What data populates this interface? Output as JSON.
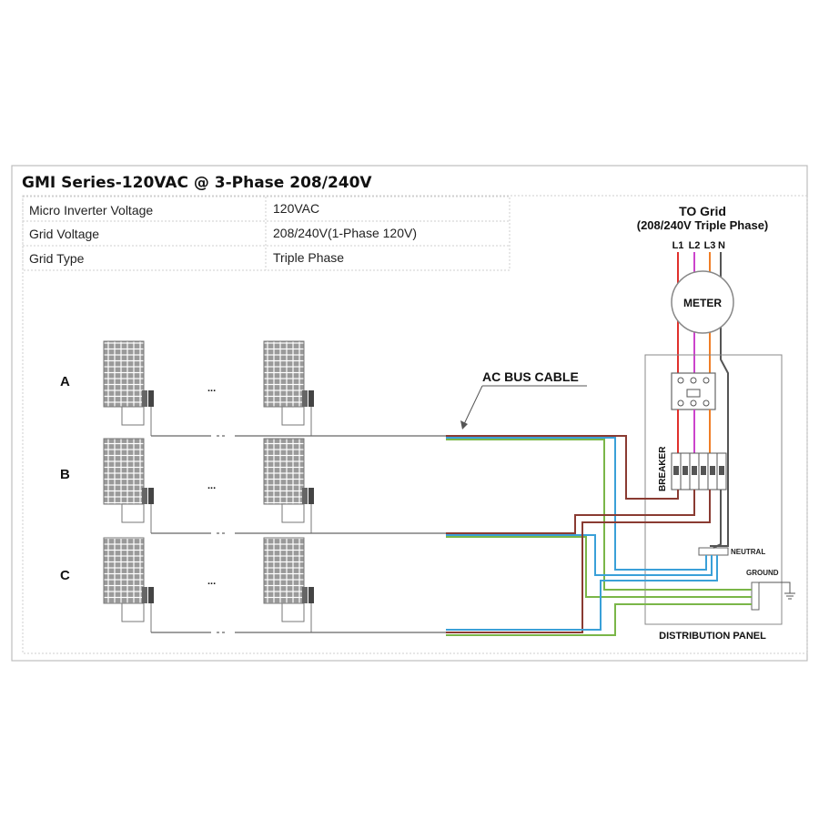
{
  "title": "GMI Series-120VAC @ 3-Phase 208/240V",
  "specs": [
    {
      "label": "Micro Inverter Voltage",
      "value": "120VAC"
    },
    {
      "label": "Grid  Voltage",
      "value": "208/240V(1-Phase 120V)"
    },
    {
      "label": "Grid Type",
      "value": "Triple Phase"
    }
  ],
  "grid": {
    "title": "TO Grid",
    "subtitle": "(208/240V Triple Phase)",
    "terminals": [
      "L1",
      "L2",
      "L3",
      "N"
    ]
  },
  "meter_label": "METER",
  "breaker_label": "BREAKER",
  "neutral_label": "NEUTRAL",
  "ground_label": "GROUND",
  "panel_label": "DISTRIBUTION PANEL",
  "ac_bus_label": "AC BUS CABLE",
  "ellipsis": "...",
  "rows": [
    "A",
    "B",
    "C"
  ],
  "colors": {
    "L1": "#e0302c",
    "L2": "#cc44cc",
    "L3": "#f07e26",
    "neutral": "#555555",
    "blue": "#3aa0d8",
    "green": "#7ab648",
    "brown": "#8a3b32",
    "dark": "#444444"
  }
}
